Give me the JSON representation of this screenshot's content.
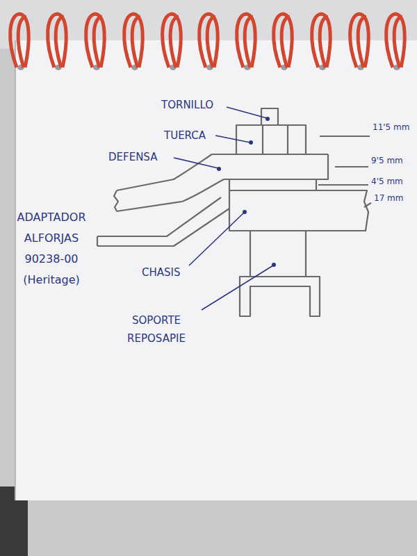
{
  "diagram": {
    "labels": [
      "TORNILLO",
      "TUERCA",
      "DEFENSA",
      "ADAPTADOR ALFORJAS 90238-00 (Heritage)",
      "CHASIS",
      "SOPORTE REPOSAPIE",
      "11'5 mm",
      "9'5 mm",
      "4'5 mm",
      "17 mm"
    ]
  }
}
